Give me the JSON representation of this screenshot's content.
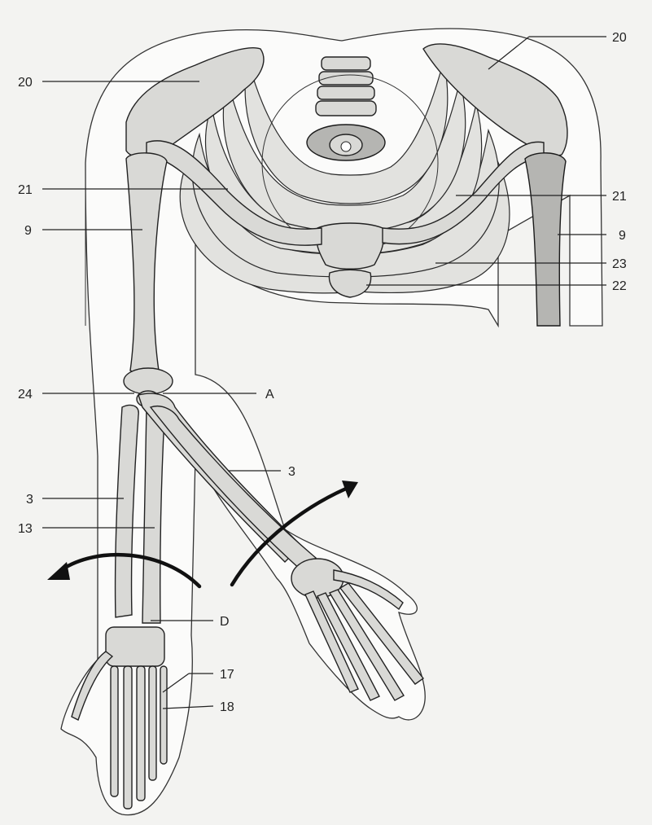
{
  "labels": {
    "scapula_left": "20",
    "scapula_right": "20",
    "clavicle_left": "21",
    "clavicle_right": "21",
    "humerus_left": "9",
    "humerus_right": "9",
    "costal_cartilage": "23",
    "sternum": "22",
    "elbow_joint": "24",
    "joint_A": "A",
    "radius_crossed": "3",
    "radius_straight": "3",
    "ulna": "13",
    "joint_D": "D",
    "carpals": "17",
    "metacarpals": "18"
  },
  "colors": {
    "background": "#f3f3f1",
    "bone": "#d9d9d6",
    "ink": "#222222"
  }
}
